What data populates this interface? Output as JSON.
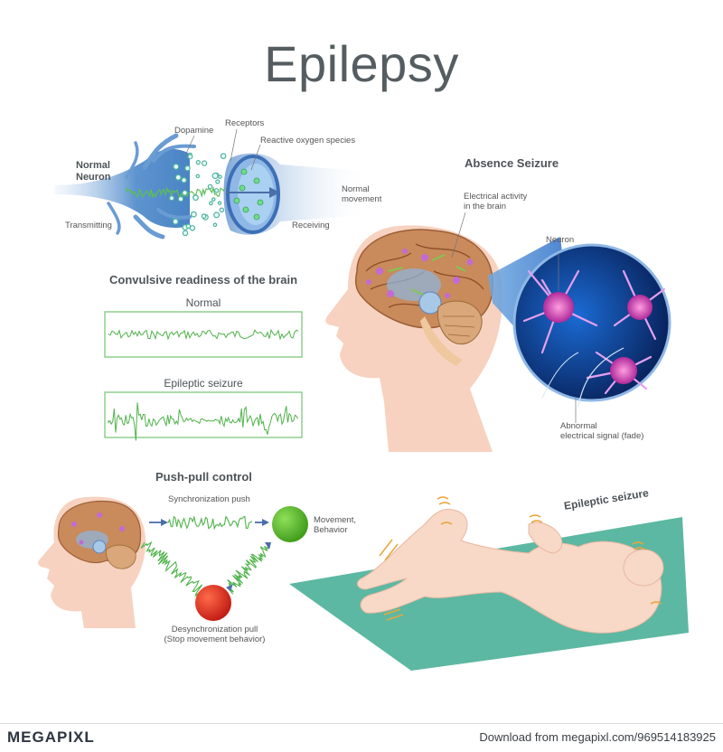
{
  "title": "Epilepsy",
  "neuron": {
    "normal_neuron": "Normal\nNeuron",
    "dopamine": "Dopamine",
    "receptors": "Receptors",
    "reactive_oxygen": "Reactive oxygen species",
    "normal_movement": "Normal\nmovement",
    "transmitting": "Transmitting",
    "receiving": "Receiving"
  },
  "absence": {
    "heading": "Absence Seizure",
    "electrical_activity": "Electrical activity\nin the brain",
    "neuron": "Neuron",
    "abnormal_signal": "Abnormal\nelectrical signal (fade)"
  },
  "convulsive": {
    "heading": "Convulsive readiness of the brain",
    "normal": "Normal",
    "epileptic": "Epileptic seizure"
  },
  "pushpull": {
    "heading": "Push-pull control",
    "sync_push": "Synchronization push",
    "movement": "Movement,\nBehavior",
    "desync_pull": "Desynchronization pull\n(Stop movement behavior)"
  },
  "epileptic_seizure_label": "Epileptic seizure",
  "footer": {
    "brand": "MEGAPIXL",
    "download": "Download from megapixl.com/969514183925"
  },
  "colors": {
    "title": "#555d61",
    "eeg_green": "#4fb34a",
    "mat": "#5cb8a2",
    "skin": "#f7d2c0",
    "neuron_blue": "#5a8fc7",
    "movement_ball": "#5dbb2a",
    "pull_ball": "#e0312a"
  }
}
